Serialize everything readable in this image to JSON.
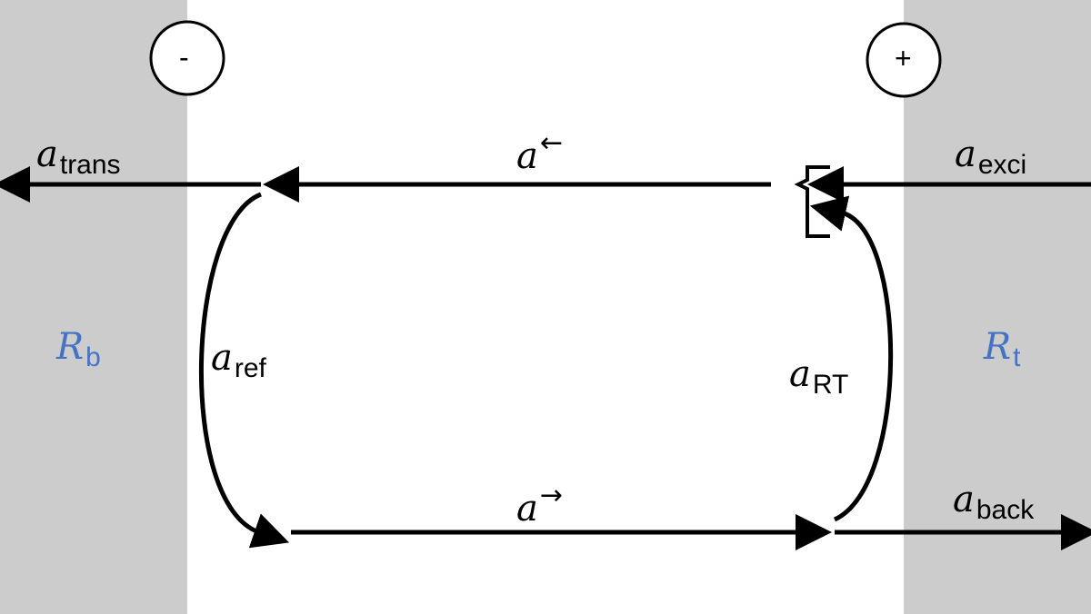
{
  "diagram": {
    "signs": {
      "left": "-",
      "right": "+"
    },
    "labels": {
      "a_trans": {
        "base": "a",
        "sub": "trans"
      },
      "a_exci": {
        "base": "a",
        "sub": "exci"
      },
      "a_back": {
        "base": "a",
        "sub": "back"
      },
      "a_left_arrow": {
        "base": "a",
        "sup": "←"
      },
      "a_right_arrow": {
        "base": "a",
        "sup": "→"
      },
      "a_ref": {
        "base": "a",
        "sub": "ref"
      },
      "a_rt": {
        "base": "a",
        "sub": "RT"
      },
      "r_b": {
        "base": "R",
        "sub": "b"
      },
      "r_t": {
        "base": "R",
        "sub": "t"
      }
    },
    "colors": {
      "panel": "#cccccc",
      "stroke": "#000000",
      "reflector_label": "#4472c4"
    }
  }
}
